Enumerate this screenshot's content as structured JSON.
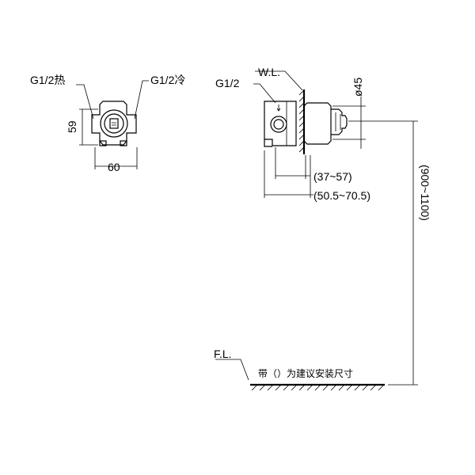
{
  "labels": {
    "hot_inlet": "G1/2热",
    "cold_inlet": "G1/2冷",
    "dim_height_front": "59",
    "dim_width_front": "60",
    "wall_line": "W.L.",
    "side_thread": "G1/2",
    "dim_diameter": "ø45",
    "dim_depth_min": "(37~57)",
    "dim_depth_total": "(50.5~70.5)",
    "dim_install_height": "(900~1100)",
    "floor_line": "F.L.",
    "note": "带（）为建议安装尺寸"
  }
}
